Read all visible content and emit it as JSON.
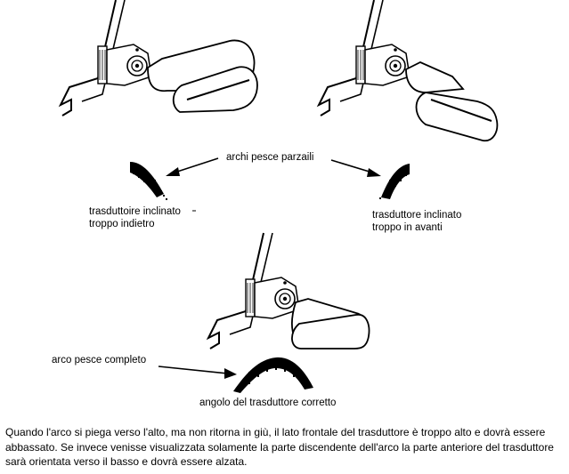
{
  "labels": {
    "partial_arcs": "archi pesce parzaili",
    "tilted_back_line1": "trasduttoire inclinato",
    "tilted_back_line2": "troppo indietro",
    "tilted_forward_line1": "trasduttore inclinato",
    "tilted_forward_line2": "troppo in avanti",
    "full_arc": "arco pesce completo",
    "correct_angle": "angolo del trasduttore corretto"
  },
  "caption": "Quando l'arco si piega verso l'alto, ma non ritorna in giù, il lato frontale del trasduttore è troppo alto e dovrà essere abbassato. Se invece venisse visualizzata solamente la parte discendente dell'arco la parte anteriore del trasduttore sarà orientata verso il basso e dovrà essere alzata.",
  "colors": {
    "ink": "#000000",
    "background": "#ffffff"
  }
}
